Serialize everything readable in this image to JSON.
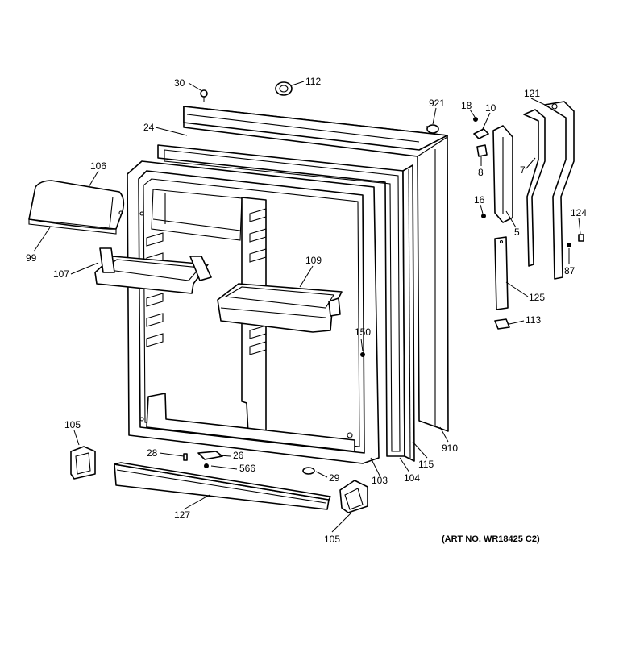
{
  "callouts": {
    "c30": "30",
    "c112": "112",
    "c921": "921",
    "c18": "18",
    "c10": "10",
    "c121": "121",
    "c24": "24",
    "c106": "106",
    "c8": "8",
    "c7": "7",
    "c16": "16",
    "c124": "124",
    "c5": "5",
    "c99": "99",
    "c109": "109",
    "c87": "87",
    "c107": "107",
    "c125": "125",
    "c113": "113",
    "c150": "150",
    "c105a": "105",
    "c910": "910",
    "c28": "28",
    "c26": "26",
    "c566": "566",
    "c29": "29",
    "c115": "115",
    "c103": "103",
    "c104": "104",
    "c127": "127",
    "c105b": "105"
  },
  "art_number": "(ART NO. WR18425 C2)"
}
